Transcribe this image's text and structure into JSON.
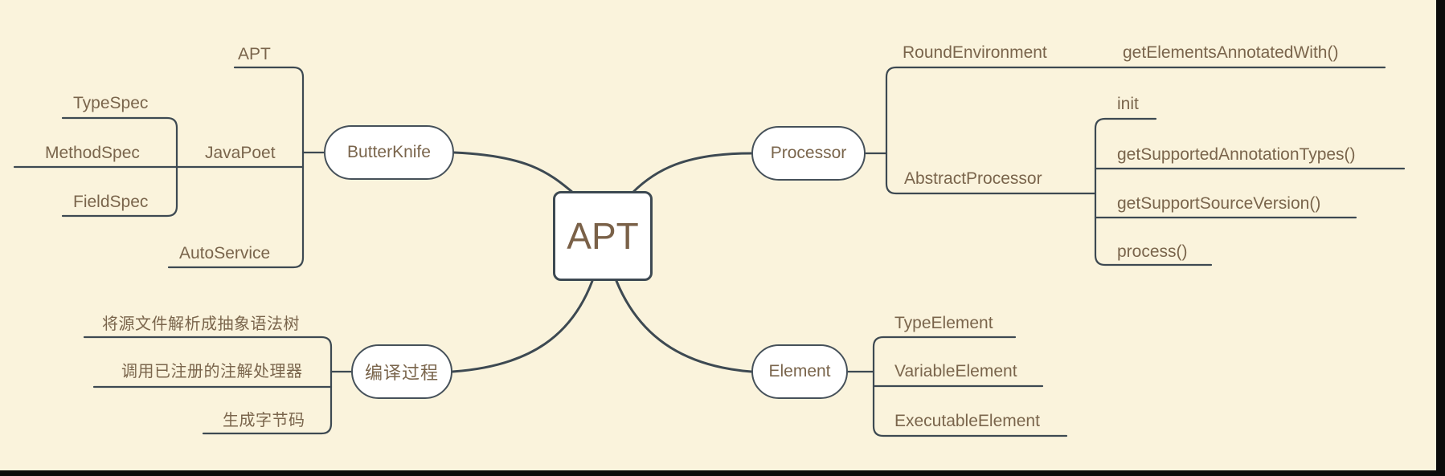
{
  "app": {
    "type": "mindmap"
  },
  "colors": {
    "background": "#FAF3DC",
    "line": "#3D4952",
    "text": "#7A654C",
    "node_fill": "#FFFFFF",
    "node_border": "#46515A",
    "root_text": "#7A6148",
    "edge_bar": "#0B0B0B"
  },
  "root": {
    "label": "APT"
  },
  "branches": {
    "butterknife": {
      "label": "ButterKnife",
      "children": {
        "apt": {
          "label": "APT"
        },
        "javapoet": {
          "label": "JavaPoet",
          "children": {
            "typespec": {
              "label": "TypeSpec"
            },
            "methodspec": {
              "label": "MethodSpec"
            },
            "fieldspec": {
              "label": "FieldSpec"
            }
          }
        },
        "autoservice": {
          "label": "AutoService"
        }
      }
    },
    "processor": {
      "label": "Processor",
      "children": {
        "roundenvironment": {
          "label": "RoundEnvironment",
          "children": {
            "get_elements_annotated_with": {
              "label": "getElementsAnnotatedWith()"
            }
          }
        },
        "abstractprocessor": {
          "label": "AbstractProcessor",
          "children": {
            "init": {
              "label": "init"
            },
            "get_supported_annotation_types": {
              "label": "getSupportedAnnotationTypes()"
            },
            "get_support_source_version": {
              "label": "getSupportSourceVersion()"
            },
            "process": {
              "label": "process()"
            }
          }
        }
      }
    },
    "compile_process": {
      "label": "编译过程",
      "children": {
        "parse_ast": {
          "label": "将源文件解析成抽象语法树"
        },
        "invoke_processors": {
          "label": "调用已注册的注解处理器"
        },
        "gen_bytecode": {
          "label": "生成字节码"
        }
      }
    },
    "element": {
      "label": "Element",
      "children": {
        "type_element": {
          "label": "TypeElement"
        },
        "variable_element": {
          "label": "VariableElement"
        },
        "executable_element": {
          "label": "ExecutableElement"
        }
      }
    }
  }
}
